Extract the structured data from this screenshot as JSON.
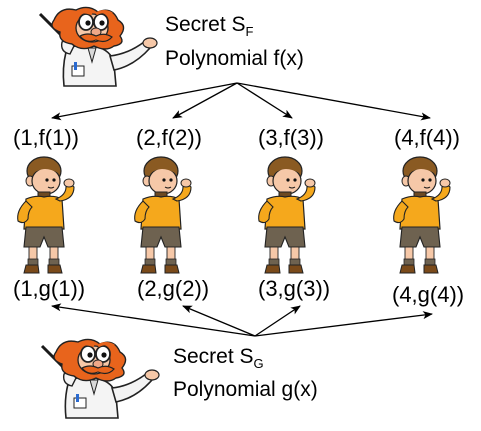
{
  "dealer_f": {
    "secret_prefix": "Secret S",
    "secret_sub": "F",
    "polynomial": "Polynomial f(x)",
    "icon": "professor-icon"
  },
  "dealer_g": {
    "secret_prefix": "Secret S",
    "secret_sub": "G",
    "polynomial": "Polynomial g(x)",
    "icon": "professor-icon"
  },
  "shares_f": [
    "(1,f(1))",
    "(2,f(2))",
    "(3,f(3))",
    "(4,f(4))"
  ],
  "shares_g": [
    "(1,g(1))",
    "(2,g(2))",
    "(3,g(3))",
    "(4,g(4))"
  ],
  "participant_icon": "child-icon",
  "colors": {
    "hair_orange": "#e8641c",
    "coat_white": "#f4f4f4",
    "shirt_yellow": "#f5a81c",
    "shorts_brown": "#6e6250",
    "boots_brown": "#7a4a1a",
    "child_hair": "#8a5a22"
  }
}
